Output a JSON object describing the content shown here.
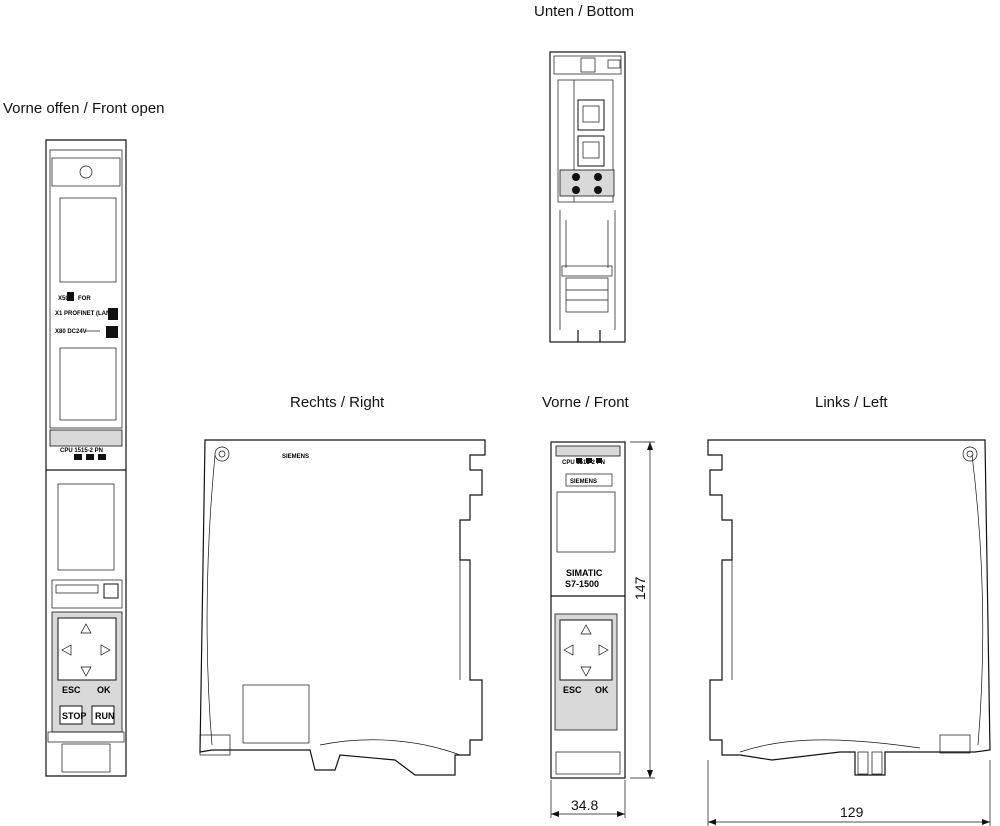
{
  "views": {
    "top": "Unten / Bottom",
    "front_open": "Vorne offen / Front open",
    "right": "Rechts / Right",
    "front": "Vorne / Front",
    "left": "Links / Left"
  },
  "dimensions": {
    "height": "147",
    "width_front": "34.8",
    "depth": "129"
  },
  "front_panel": {
    "brand_line1": "SIMATIC",
    "brand_line2": "S7-1500",
    "esc": "ESC",
    "ok": "OK",
    "stop": "STOP",
    "run": "RUN"
  }
}
